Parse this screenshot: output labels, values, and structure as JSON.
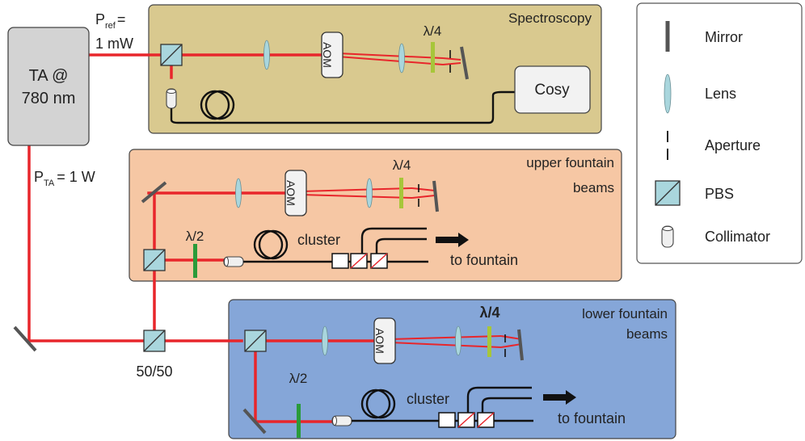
{
  "colors": {
    "beam": "#e8262b",
    "fiber": "#111111",
    "spectroscopy_panel": "#d9c98f",
    "upper_panel": "#f6c7a4",
    "lower_panel": "#85a6d8",
    "ta_box": "#d3d3d3",
    "pbs": "#a9d6dd",
    "lens": "#a9d6dd",
    "quarter_wave_plate": "#a7c63a",
    "half_wave_plate": "#2a9b3a",
    "mirror": "#555555"
  },
  "source": {
    "line1": "TA @",
    "line2": "780 nm"
  },
  "power": {
    "ref_p": "P",
    "ref_sub": "ref",
    "ref_eq": "=",
    "ref_value": "1 mW",
    "ta_p": "P",
    "ta_sub": "TA",
    "ta_value": "= 1 W"
  },
  "splitter_label": "50/50",
  "panels": {
    "spectroscopy": {
      "title": "Spectroscopy",
      "aom": "AOM",
      "qwp": "λ/4",
      "cosy": "Cosy"
    },
    "upper": {
      "title_line1": "upper fountain",
      "title_line2": "beams",
      "aom": "AOM",
      "qwp": "λ/4",
      "hwp": "λ/2",
      "cluster": "cluster",
      "output": "to fountain"
    },
    "lower": {
      "title_line1": "lower fountain",
      "title_line2": "beams",
      "aom": "AOM",
      "qwp": "λ/4",
      "hwp": "λ/2",
      "cluster": "cluster",
      "output": "to fountain"
    }
  },
  "legend": {
    "items": [
      {
        "icon": "mirror-icon",
        "label": "Mirror"
      },
      {
        "icon": "lens-icon",
        "label": "Lens"
      },
      {
        "icon": "aperture-icon",
        "label": "Aperture"
      },
      {
        "icon": "pbs-icon",
        "label": "PBS"
      },
      {
        "icon": "collimator-icon",
        "label": "Collimator"
      }
    ]
  }
}
